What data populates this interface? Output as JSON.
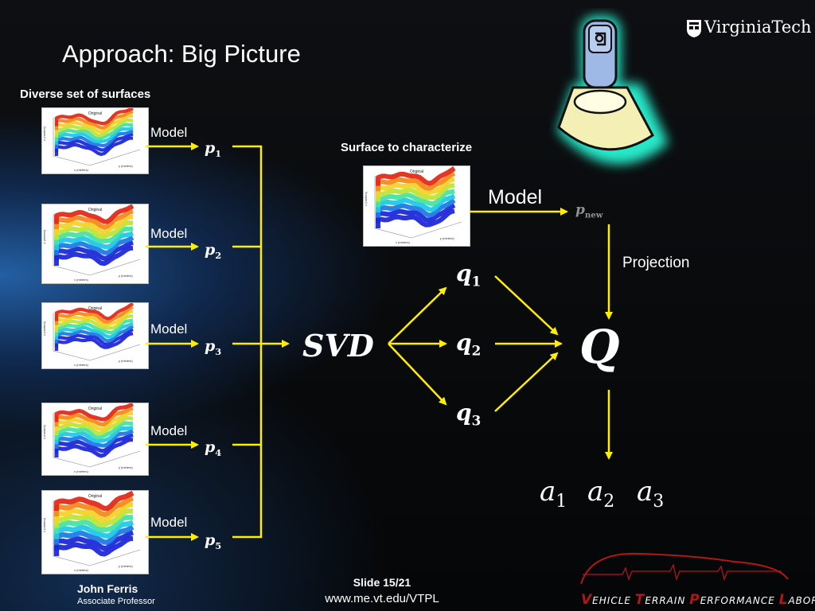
{
  "slide": {
    "title": "Approach: Big Picture",
    "diverse_label": "Diverse set of surfaces",
    "characterize_label": "Surface to characterize",
    "model_label": "Model",
    "projection_label": "Projection",
    "p_labels": [
      "p",
      "p",
      "p",
      "p",
      "p"
    ],
    "p_subs": [
      "1",
      "2",
      "3",
      "4",
      "5"
    ],
    "q_labels": [
      "q",
      "q",
      "q"
    ],
    "q_subs": [
      "1",
      "2",
      "3"
    ],
    "svd_label": "SVD",
    "Q_label": "Q",
    "pnew_label": "p",
    "pnew_sub": "new",
    "a_labels": [
      "a",
      "a",
      "a"
    ],
    "a_subs": [
      "1",
      "2",
      "3"
    ],
    "thumbnail_title": "Original",
    "thumbnail_xaxis": "x (meters)",
    "thumbnail_yaxis": "y (meters)",
    "thumbnail_zaxis": "z (meters)"
  },
  "logo": {
    "brand": "VirginiaTech",
    "lab_words": [
      "Vehicle",
      "Terrain",
      "Performance",
      "Laboratory"
    ]
  },
  "footer": {
    "name": "John Ferris",
    "role": "Associate Professor",
    "slide_number": "Slide 15/21",
    "url": "www.me.vt.edu/VTPL"
  },
  "colors": {
    "arrow": "#ffee00",
    "lab_accent": "#b01818",
    "flashlight_glow": "#26e8c8"
  }
}
